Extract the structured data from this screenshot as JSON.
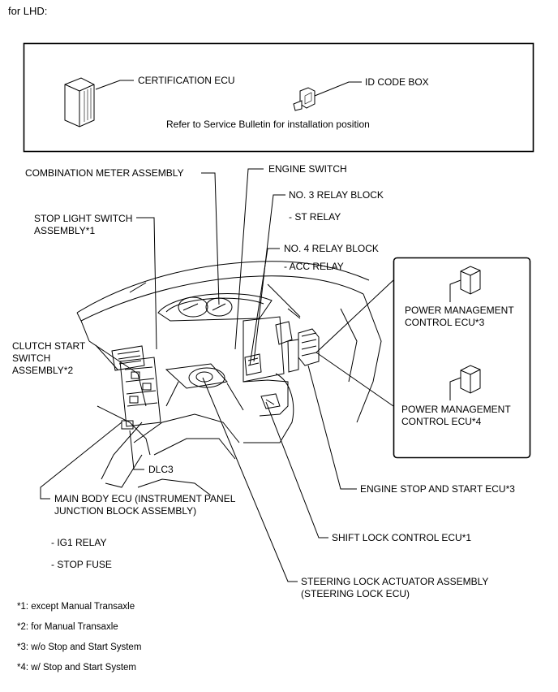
{
  "header": "for LHD:",
  "inset": {
    "certification_ecu": "CERTIFICATION ECU",
    "id_code_box": "ID CODE BOX",
    "note": "Refer to Service Bulletin for installation position"
  },
  "labels": {
    "combination_meter": "COMBINATION METER ASSEMBLY",
    "engine_switch": "ENGINE SWITCH",
    "no3_relay_block": "NO. 3 RELAY BLOCK",
    "st_relay": "- ST RELAY",
    "no4_relay_block": "NO. 4 RELAY BLOCK",
    "acc_relay": "- ACC RELAY",
    "stop_light_1": "STOP LIGHT SWITCH",
    "stop_light_2": "ASSEMBLY*1",
    "clutch_1": "CLUTCH START",
    "clutch_2": "SWITCH",
    "clutch_3": "ASSEMBLY*2",
    "dlc3": "DLC3",
    "main_body_1": "MAIN BODY ECU (INSTRUMENT PANEL",
    "main_body_2": "JUNCTION BLOCK ASSEMBLY)",
    "ig1_relay": "- IG1 RELAY",
    "stop_fuse": "- STOP FUSE",
    "engine_stop_start": "ENGINE STOP AND START ECU*3",
    "shift_lock": "SHIFT LOCK CONTROL ECU*1",
    "steering_lock_1": "STEERING LOCK ACTUATOR ASSEMBLY",
    "steering_lock_2": "(STEERING LOCK ECU)"
  },
  "side_box": {
    "pm3_1": "POWER MANAGEMENT",
    "pm3_2": "CONTROL ECU*3",
    "pm4_1": "POWER MANAGEMENT",
    "pm4_2": "CONTROL ECU*4"
  },
  "footnotes": [
    "*1: except Manual Transaxle",
    "*2: for Manual Transaxle",
    "*3: w/o Stop and Start System",
    "*4: w/ Stop and Start System"
  ]
}
